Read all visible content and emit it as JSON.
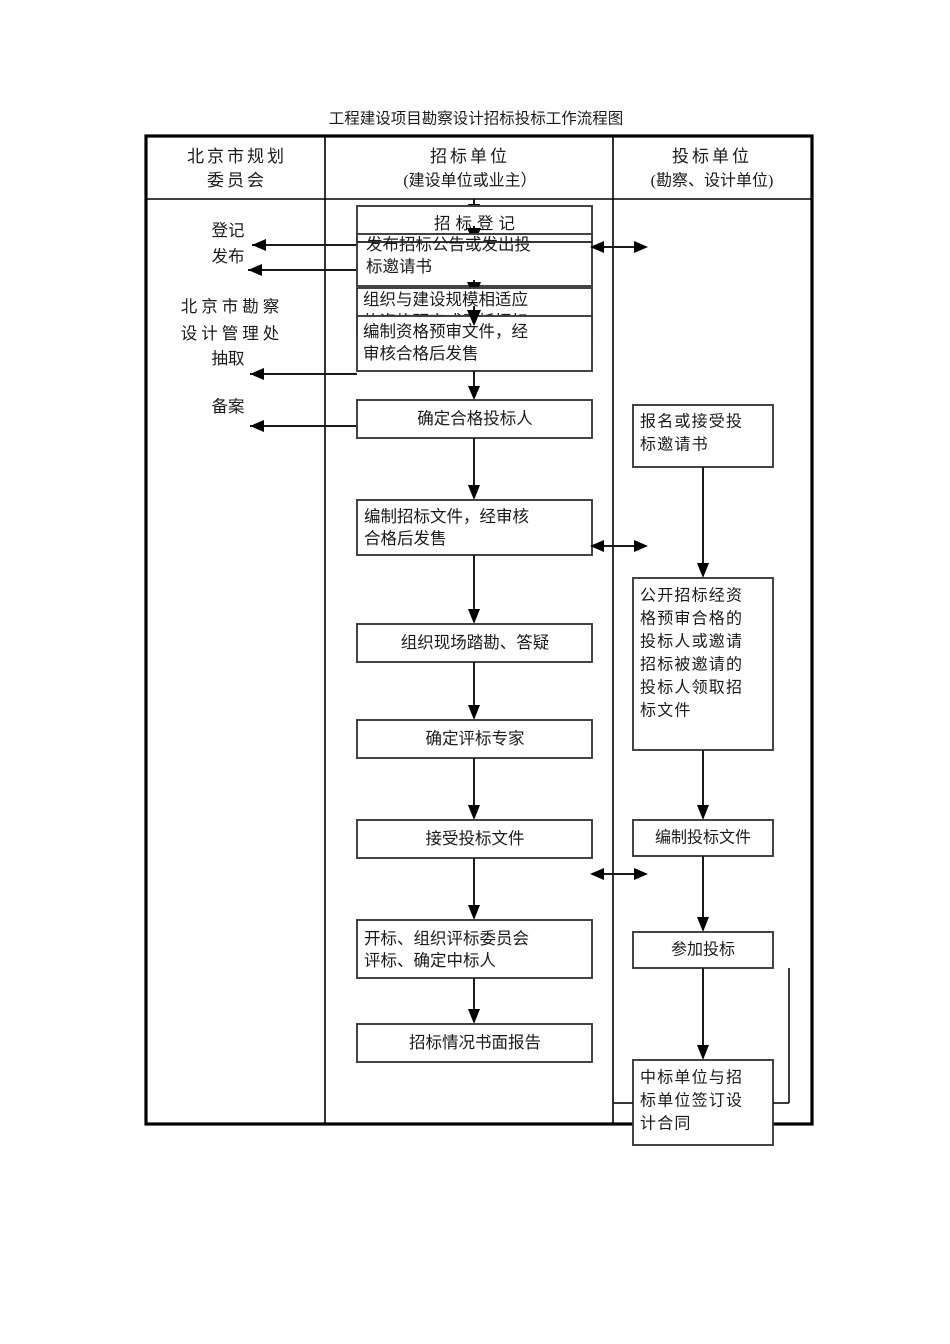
{
  "document": {
    "title": "工程建设项目勘察设计招标投标工作流程图"
  },
  "table": {
    "columns": [
      {
        "id": "col-planning-commission",
        "heading_line1": "北京市规划",
        "heading_line2": "委员会",
        "heading_sub": ""
      },
      {
        "id": "col-tendering-unit",
        "heading_line1": "招标单位",
        "heading_line2": "",
        "heading_sub": "(建设单位或业主）"
      },
      {
        "id": "col-bidding-unit",
        "heading_line1": "投标单位",
        "heading_line2": "",
        "heading_sub": "(勘察、设计单位)"
      }
    ]
  },
  "left_column": {
    "labels": [
      {
        "id": "label-register",
        "text": "登记"
      },
      {
        "id": "label-publish",
        "text": "发布"
      },
      {
        "id": "label-survey-office-line1",
        "text": "北京市勘察"
      },
      {
        "id": "label-survey-office-line2",
        "text": "设计管理处"
      },
      {
        "id": "label-draw",
        "text": "抽取"
      },
      {
        "id": "label-record",
        "text": "备案"
      }
    ]
  },
  "middle_column": {
    "boxes": [
      {
        "id": "box-tender-registration",
        "lines": [
          "招标登记"
        ]
      },
      {
        "id": "box-publish-announcement",
        "lines": [
          "发布招标公告或发出投",
          "标邀请书"
        ]
      },
      {
        "id": "box-organize-matching-scale",
        "lines": [
          "组织与建设规模相适应",
          "的资格预审或委托招标"
        ]
      },
      {
        "id": "box-prequalification-docs",
        "lines": [
          "编制资格预审文件，经",
          "审核合格后发售"
        ]
      },
      {
        "id": "box-determine-qualified-bidders",
        "lines": [
          "确定合格投标人"
        ]
      },
      {
        "id": "box-prepare-tender-docs",
        "lines": [
          "编制招标文件，经审核",
          "合格后发售"
        ]
      },
      {
        "id": "box-site-survey-qa",
        "lines": [
          "组织现场踏勘、答疑"
        ]
      },
      {
        "id": "box-determine-experts",
        "lines": [
          "确定评标专家"
        ]
      },
      {
        "id": "box-receive-bid-docs",
        "lines": [
          "接受投标文件"
        ]
      },
      {
        "id": "box-open-evaluate-award",
        "lines": [
          "开标、组织评标委员会",
          "评标、确定中标人"
        ]
      },
      {
        "id": "box-written-report",
        "lines": [
          "招标情况书面报告"
        ]
      }
    ]
  },
  "right_column": {
    "boxes": [
      {
        "id": "box-register-or-accept-invite",
        "lines": [
          "报名或接受投",
          "标邀请书"
        ]
      },
      {
        "id": "box-collect-tender-docs",
        "lines": [
          "公开招标经资",
          "格预审合格的",
          "投标人或邀请",
          "招标被邀请的",
          "投标人领取招",
          "标文件"
        ]
      },
      {
        "id": "box-prepare-bid-docs",
        "lines": [
          "编制投标文件"
        ]
      },
      {
        "id": "box-participate-bid",
        "lines": [
          "参加投标"
        ]
      },
      {
        "id": "box-sign-design-contract",
        "lines": [
          "中标单位与招",
          "标单位签订设",
          "计合同"
        ]
      }
    ]
  },
  "colors": {
    "frame": "#000000",
    "box_border": "#3a3a3a",
    "text": "#1a1a1a",
    "background": "#ffffff"
  }
}
